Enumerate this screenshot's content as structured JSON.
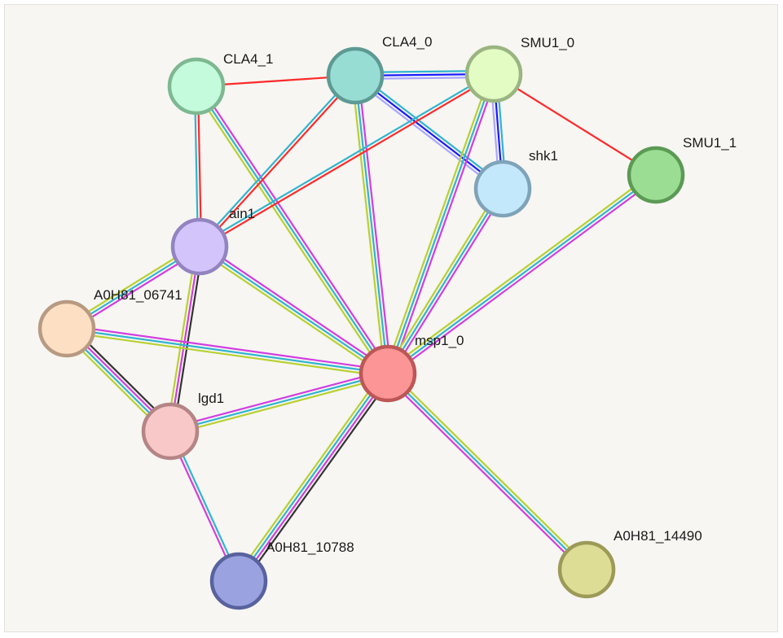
{
  "network": {
    "evidence_colors": {
      "experiments": "#d23de0",
      "database": "#30b4cf",
      "textmining": "#b8d030",
      "coexpression": "#333333",
      "neighborhood": "#ff2a2a",
      "binding": "#1a1aff",
      "binding_light": "#a9a6ff"
    },
    "nodes": [
      {
        "id": "CLA4_1",
        "label": "CLA4_1",
        "fill": "#c4fbdc",
        "stroke": "#7db891"
      },
      {
        "id": "CLA4_0",
        "label": "CLA4_0",
        "fill": "#98ddd4",
        "stroke": "#5d9a93"
      },
      {
        "id": "SMU1_0",
        "label": "SMU1_0",
        "fill": "#e3fcc3",
        "stroke": "#9ab581"
      },
      {
        "id": "shk1",
        "label": "shk1",
        "fill": "#c3e8fb",
        "stroke": "#7fa3b8"
      },
      {
        "id": "SMU1_1",
        "label": "SMU1_1",
        "fill": "#9bde93",
        "stroke": "#5b9a55"
      },
      {
        "id": "ain1",
        "label": "ain1",
        "fill": "#d3c4fc",
        "stroke": "#9384c0"
      },
      {
        "id": "A0H81_06741",
        "label": "A0H81_06741",
        "fill": "#fddfc4",
        "stroke": "#b89a82"
      },
      {
        "id": "msp1_0",
        "label": "msp1_0",
        "fill": "#fc9595",
        "stroke": "#bd5656"
      },
      {
        "id": "lgd1",
        "label": "lgd1",
        "fill": "#f8c7c7",
        "stroke": "#b58585"
      },
      {
        "id": "A0H81_10788",
        "label": "A0H81_10788",
        "fill": "#9aa3e0",
        "stroke": "#58629e"
      },
      {
        "id": "A0H81_14490",
        "label": "A0H81_14490",
        "fill": "#dedd96",
        "stroke": "#9c9a57"
      }
    ],
    "edges": [
      {
        "source": "CLA4_1",
        "target": "CLA4_0",
        "evidence": [
          "neighborhood"
        ]
      },
      {
        "source": "CLA4_1",
        "target": "ain1",
        "evidence": [
          "neighborhood",
          "database"
        ]
      },
      {
        "source": "CLA4_1",
        "target": "msp1_0",
        "evidence": [
          "experiments",
          "database",
          "textmining"
        ]
      },
      {
        "source": "CLA4_0",
        "target": "SMU1_0",
        "evidence": [
          "database",
          "binding",
          "binding_light"
        ]
      },
      {
        "source": "CLA4_0",
        "target": "shk1",
        "evidence": [
          "database",
          "binding",
          "binding_light"
        ]
      },
      {
        "source": "CLA4_0",
        "target": "ain1",
        "evidence": [
          "neighborhood",
          "database"
        ]
      },
      {
        "source": "CLA4_0",
        "target": "msp1_0",
        "evidence": [
          "experiments",
          "database",
          "textmining"
        ]
      },
      {
        "source": "SMU1_0",
        "target": "shk1",
        "evidence": [
          "database",
          "binding",
          "binding_light"
        ]
      },
      {
        "source": "SMU1_0",
        "target": "SMU1_1",
        "evidence": [
          "neighborhood"
        ]
      },
      {
        "source": "SMU1_0",
        "target": "ain1",
        "evidence": [
          "neighborhood",
          "database"
        ]
      },
      {
        "source": "SMU1_0",
        "target": "msp1_0",
        "evidence": [
          "experiments",
          "database",
          "textmining"
        ]
      },
      {
        "source": "shk1",
        "target": "msp1_0",
        "evidence": [
          "experiments",
          "database",
          "textmining"
        ]
      },
      {
        "source": "SMU1_1",
        "target": "msp1_0",
        "evidence": [
          "experiments",
          "database",
          "textmining"
        ]
      },
      {
        "source": "ain1",
        "target": "A0H81_06741",
        "evidence": [
          "experiments",
          "database",
          "textmining"
        ]
      },
      {
        "source": "ain1",
        "target": "lgd1",
        "evidence": [
          "coexpression",
          "experiments",
          "textmining"
        ]
      },
      {
        "source": "ain1",
        "target": "msp1_0",
        "evidence": [
          "experiments",
          "database",
          "textmining"
        ]
      },
      {
        "source": "A0H81_06741",
        "target": "msp1_0",
        "evidence": [
          "experiments",
          "database",
          "textmining"
        ]
      },
      {
        "source": "A0H81_06741",
        "target": "lgd1",
        "evidence": [
          "coexpression",
          "experiments",
          "database",
          "textmining"
        ]
      },
      {
        "source": "lgd1",
        "target": "msp1_0",
        "evidence": [
          "experiments",
          "database",
          "textmining"
        ]
      },
      {
        "source": "lgd1",
        "target": "A0H81_10788",
        "evidence": [
          "database",
          "experiments"
        ]
      },
      {
        "source": "msp1_0",
        "target": "A0H81_10788",
        "evidence": [
          "coexpression",
          "experiments",
          "database",
          "textmining"
        ]
      },
      {
        "source": "msp1_0",
        "target": "A0H81_14490",
        "evidence": [
          "textmining",
          "database",
          "experiments"
        ]
      }
    ]
  }
}
